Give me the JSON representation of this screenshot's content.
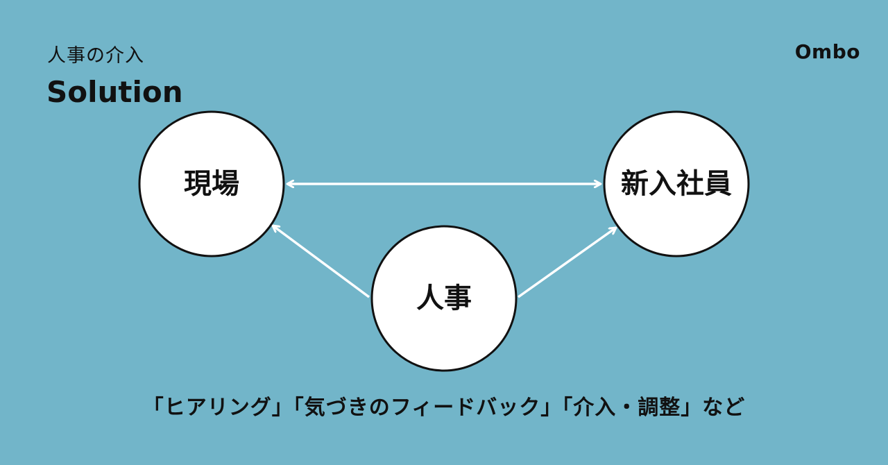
{
  "header": {
    "subtitle": "人事の介入",
    "title": "Solution",
    "logo": "Ombo"
  },
  "diagram": {
    "nodes": {
      "genba": "現場",
      "shinnyu": "新入社員",
      "jinji": "人事"
    },
    "edges": [
      {
        "from": "genba",
        "to": "shinnyu",
        "direction": "both"
      },
      {
        "from": "jinji",
        "to": "genba",
        "direction": "forward"
      },
      {
        "from": "jinji",
        "to": "shinnyu",
        "direction": "forward"
      }
    ],
    "caption": "「ヒアリング」「気づきのフィードバック」「介入・調整」など"
  },
  "colors": {
    "background": "#72b5c9",
    "node_fill": "#ffffff",
    "node_stroke": "#111111",
    "arrow": "#ffffff",
    "text": "#111111"
  }
}
